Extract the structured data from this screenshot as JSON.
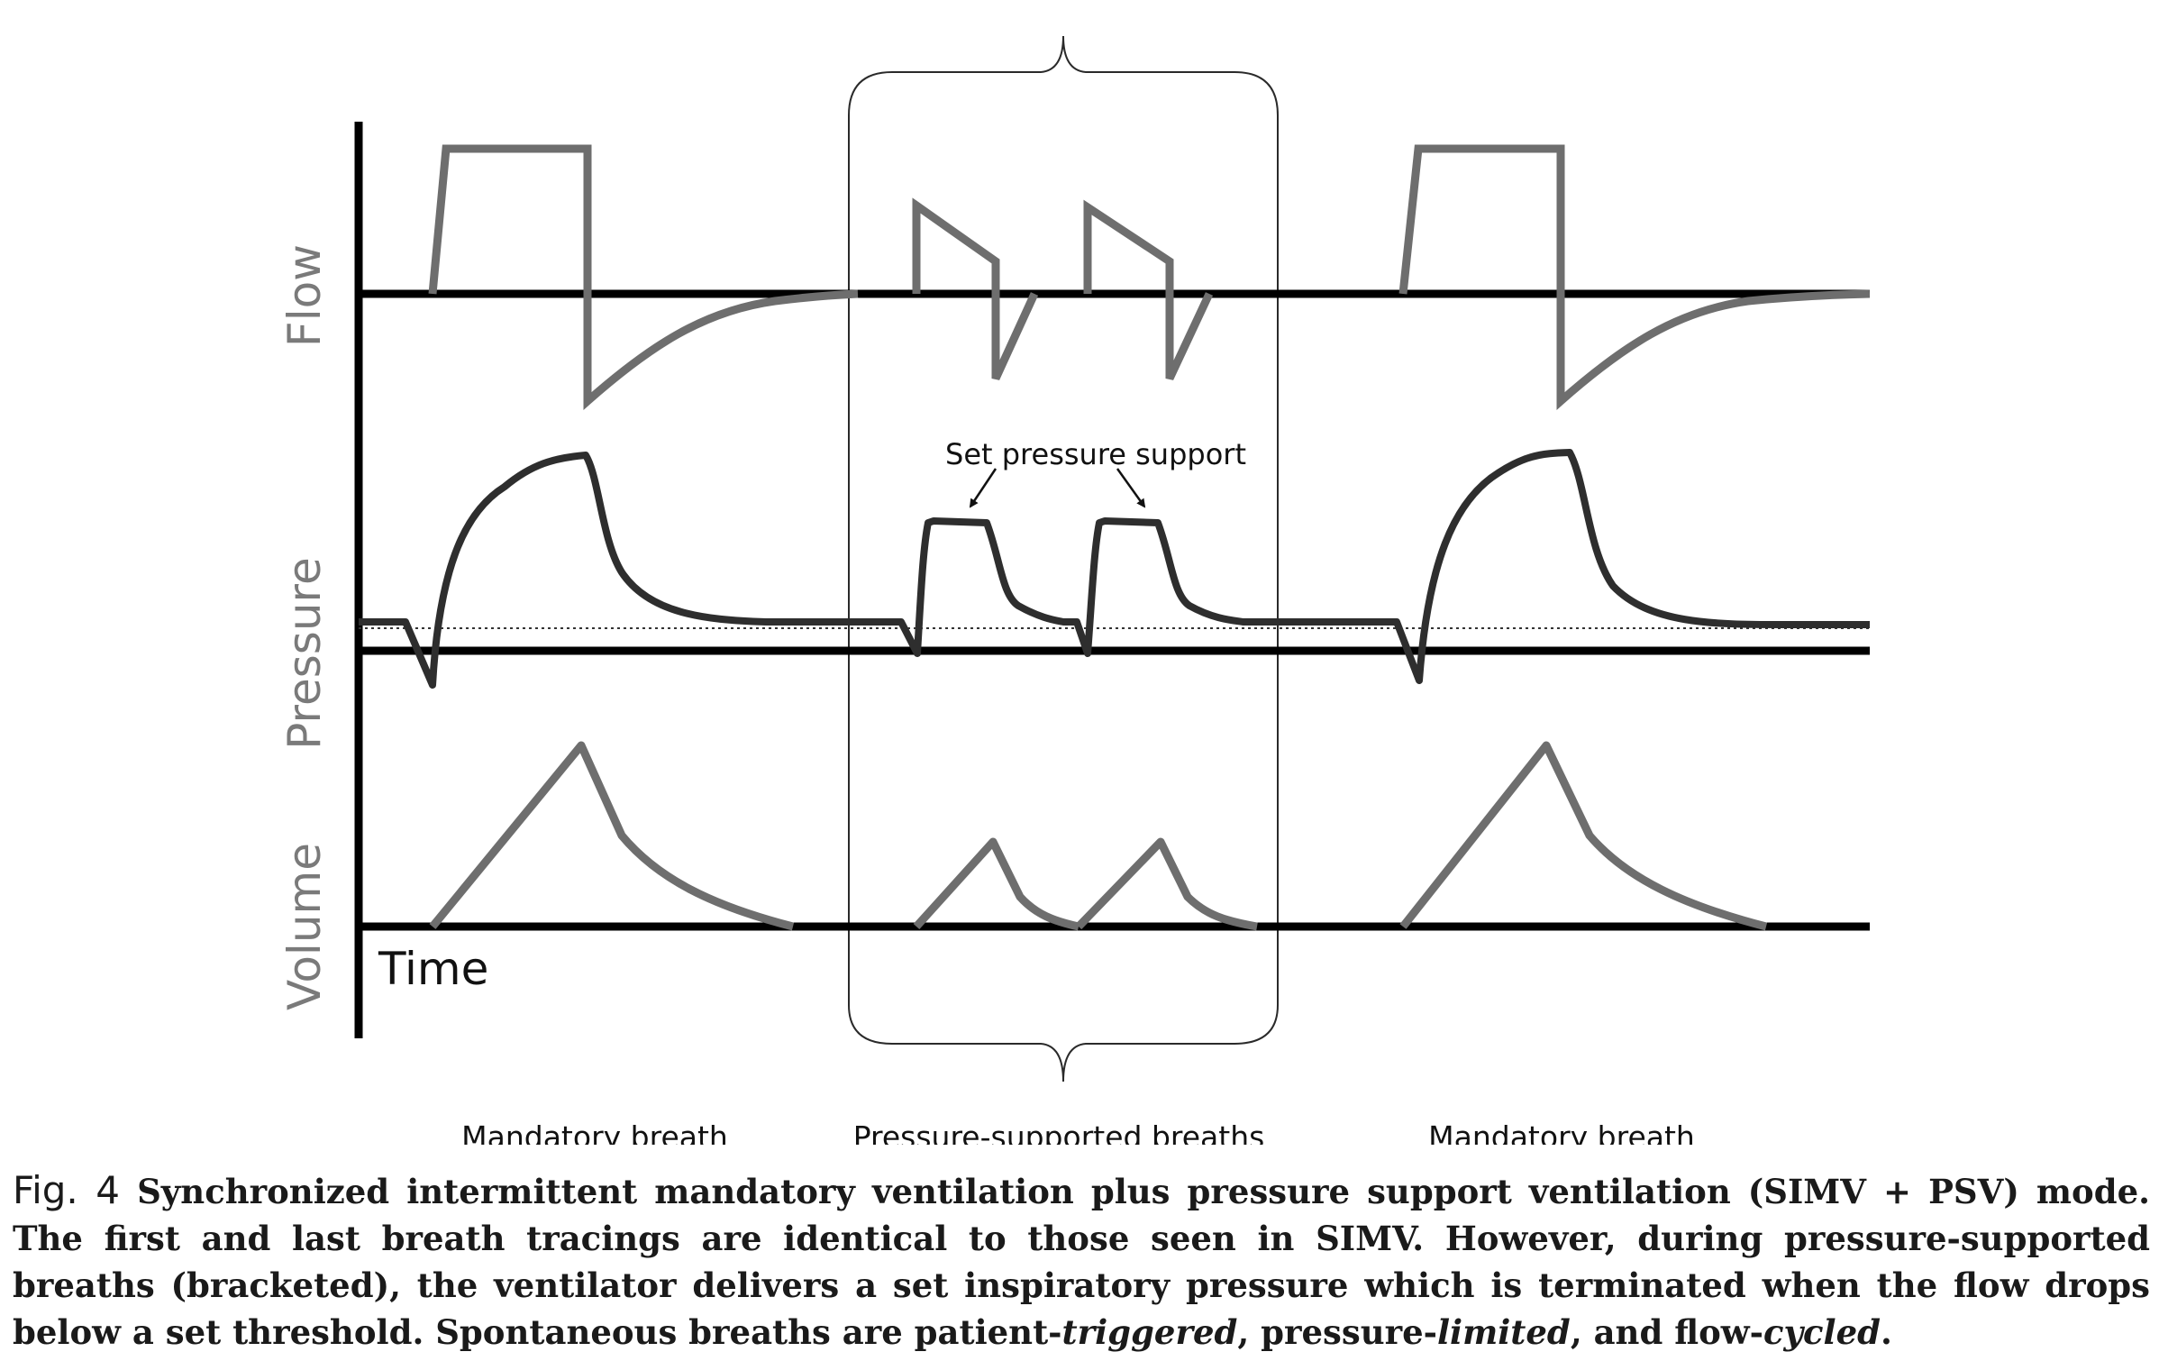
{
  "diagram": {
    "panels": {
      "flow": "Flow",
      "pressure": "Pressure",
      "volume": "Volume"
    },
    "time_label": "Time",
    "annotation": "Set pressure support",
    "breath_labels": {
      "mandatory_1": "Mandatory breath",
      "pressure_supported": "Pressure-supported breaths",
      "mandatory_2": "Mandatory breath"
    }
  },
  "caption": {
    "label": "Fig. 4",
    "text_1": " Synchronized intermittent mandatory ventilation plus pressure support ventilation (SIMV + PSV) mode. The first and last breath tracings are identical to those seen in SIMV. However, during pressure-supported breaths (bracketed), the ventilator delivers a set inspiratory pressure which is terminated when the flow drops below a set threshold. Spontaneous breaths are patient-",
    "em_1": "triggered",
    "text_2": ", pressure-",
    "em_2": "limited",
    "text_3": ", and flow-",
    "em_3": "cycled",
    "text_4": "."
  },
  "colors": {
    "waveform_gray": "#6e6e6e",
    "pressure_dark": "#2e2e2e",
    "axis_black": "#000000",
    "label_gray": "#7a7a7a"
  }
}
